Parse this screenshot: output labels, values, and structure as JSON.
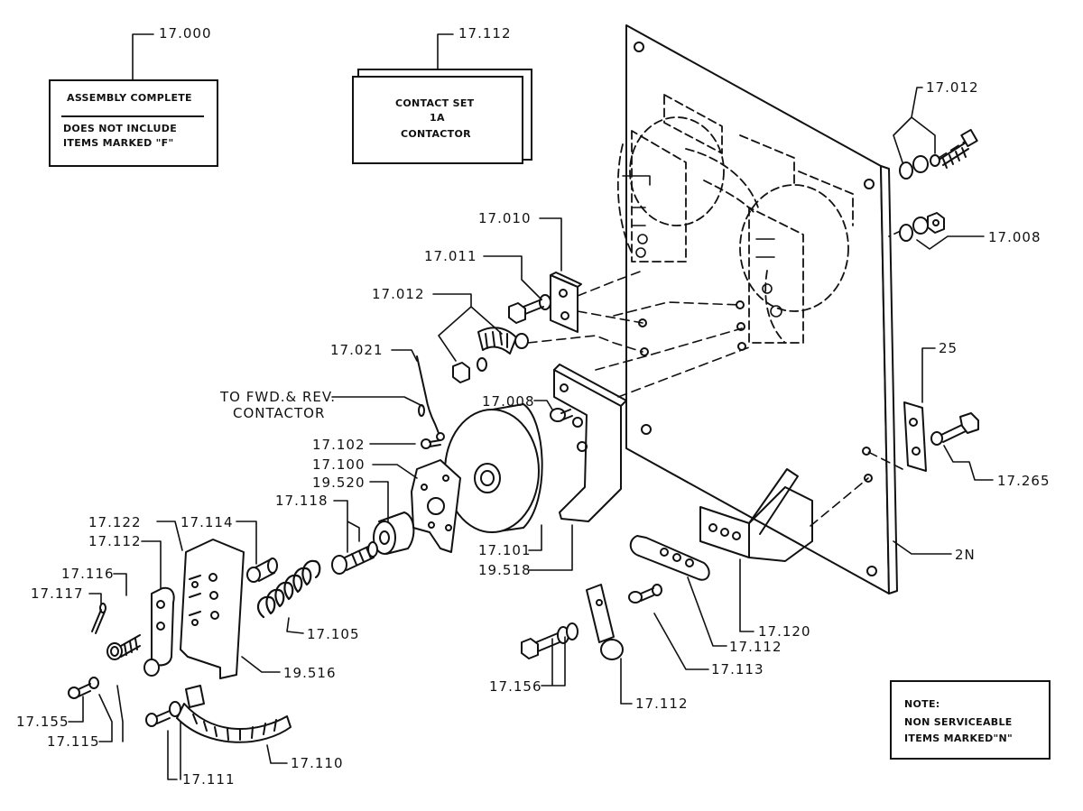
{
  "boxes": {
    "assembly": {
      "line1": "ASSEMBLY COMPLETE",
      "line2": "DOES NOT INCLUDE",
      "line3": "ITEMS MARKED \"F\""
    },
    "contact_set": {
      "line1": "CONTACT SET",
      "line2": "1A",
      "line3": "CONTACTOR"
    },
    "note": {
      "line1": "NOTE:",
      "line2": "NON SERVICEABLE",
      "line3": "ITEMS MARKED\"N\""
    }
  },
  "callouts": {
    "c17_000": "17.000",
    "c17_112_top": "17.112",
    "c17_012_right": "17.012",
    "c17_008_right": "17.008",
    "c17_010": "17.010",
    "c17_011": "17.011",
    "c17_012_left": "17.012",
    "c17_021": "17.021",
    "fwd_rev_1": "TO FWD.& REV.",
    "fwd_rev_2": "CONTACTOR",
    "c17_008_mid": "17.008",
    "c17_102": "17.102",
    "c17_100": "17.100",
    "c19_520": "19.520",
    "c17_118": "17.118",
    "c17_122": "17.122",
    "c17_114": "17.114",
    "c17_112_left": "17.112",
    "c17_116": "17.116",
    "c17_117": "17.117",
    "c17_105": "17.105",
    "c19_516": "19.516",
    "c17_101": "17.101",
    "c19_518": "19.518",
    "c25": "25",
    "c17_265": "17.265",
    "c2N": "2N",
    "c17_120": "17.120",
    "c17_112_mid": "17.112",
    "c17_113": "17.113",
    "c17_156": "17.156",
    "c17_112_bottom": "17.112",
    "c17_155": "17.155",
    "c17_115": "17.115",
    "c17_110": "17.110",
    "c17_111": "17.111"
  }
}
